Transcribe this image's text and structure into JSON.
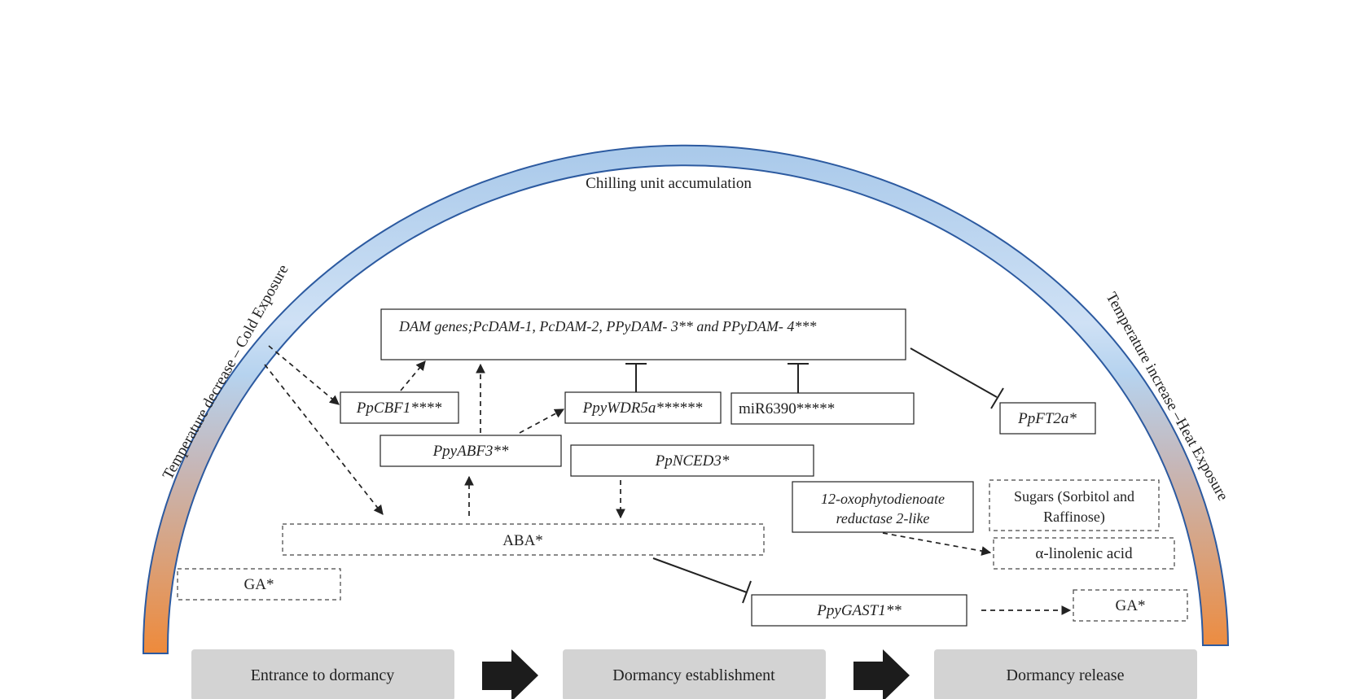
{
  "arc": {
    "title": "Chilling unit accumulation",
    "left_label": "Temperature decrease – Cold Exposure",
    "right_label": "Temperature increase –Heat Exposure",
    "colors": {
      "top": "#a9c9ea",
      "mid_light": "#d4e5f6",
      "mid": "#c8b8b6",
      "bottom": "#ee8a3b",
      "outline": "#2c5aa0"
    }
  },
  "nodes": {
    "dam_genes": "DAM genes;PcDAM-1, PcDAM-2, PPyDAM- 3** and  PPyDAM- 4***",
    "ppcbf1": "PpCBF1****",
    "ppywdr5a": "PpyWDR5a******",
    "mir6390": "miR6390*****",
    "ppft2a": "PpFT2a*",
    "ppyabf3": "PpyABF3**",
    "ppnced3": "PpNCED3*",
    "oxo_line1": "12-oxophytodienoate",
    "oxo_line2": "reductase 2-like",
    "sugars_line1": "Sugars (Sorbitol and",
    "sugars_line2": "Raffinose)",
    "aba": "ABA*",
    "linolenic": "α-linolenic acid",
    "ga_left": "GA*",
    "ppygast1": "PpyGAST1**",
    "ga_right": "GA*"
  },
  "stages": [
    "Entrance to dormancy",
    "Dormancy establishment",
    "Dormancy release"
  ]
}
